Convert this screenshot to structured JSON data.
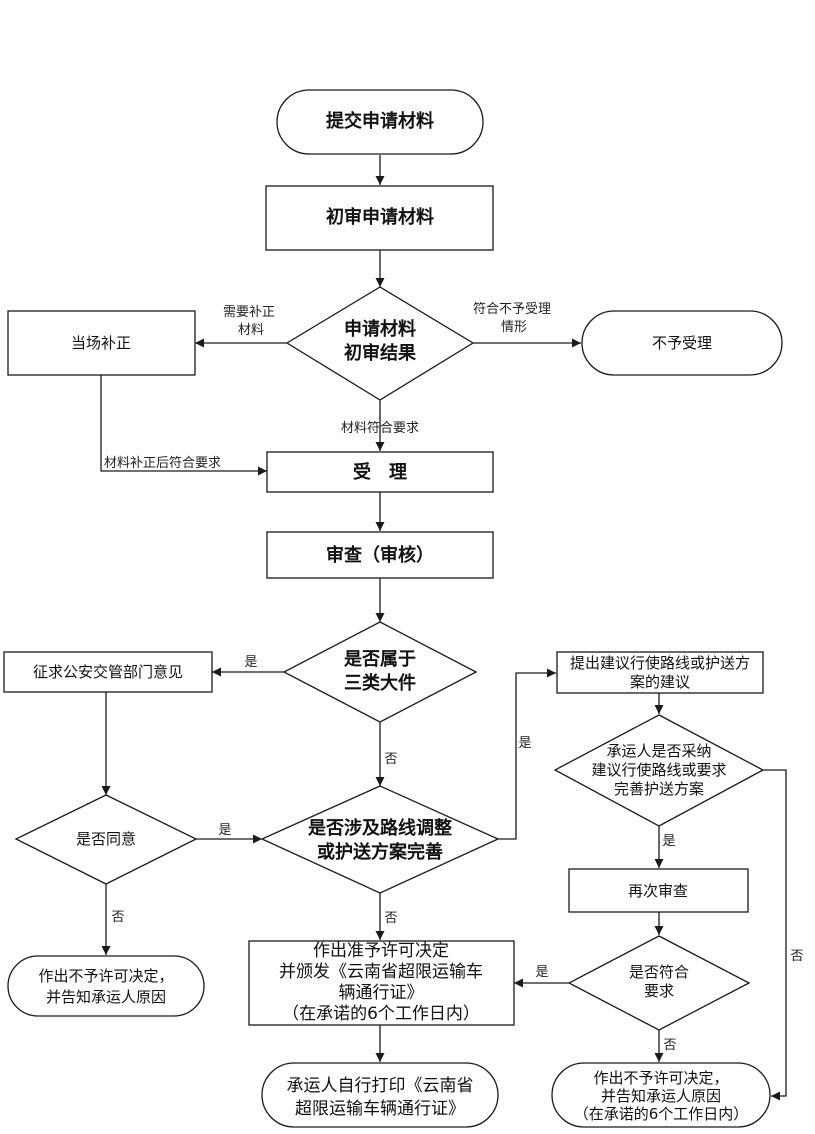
{
  "nodes": {
    "submit": "提交申请材料",
    "initial_review": "初审申请材料",
    "initial_result": [
      "申请材料",
      "初审结果"
    ],
    "correct_on_site": "当场补正",
    "reject_accept": "不予受理",
    "accept": "受　理",
    "review": "审查（审核）",
    "three_types": [
      "是否属于",
      "三类大件"
    ],
    "consult_police": "征求公安交管部门意见",
    "agree": "是否同意",
    "route_adjust": [
      "是否涉及路线调整",
      "或护送方案完善"
    ],
    "propose_route": [
      "提出建议行使路线或护送方",
      "案的建议"
    ],
    "carrier_adopt": [
      "承运人是否采纳",
      "建议行使路线或要求",
      "完善护送方案"
    ],
    "re_review": "再次审查",
    "compliant": [
      "是否符合",
      "要求"
    ],
    "grant": [
      "作出准予许可决定",
      "并颁发《云南省超限运输车",
      "辆通行证》",
      "（在承诺的6个工作日内）"
    ],
    "deny_left": [
      "作出不予许可决定，",
      "并告知承运人原因"
    ],
    "print_permit": [
      "承运人自行打印《云南省",
      "超限运输车辆通行证》"
    ],
    "deny_right": [
      "作出不予许可决定，",
      "并告知承运人原因",
      "（在承诺的6个工作日内）"
    ]
  },
  "labels": {
    "need_correction": [
      "需要补正",
      "材料"
    ],
    "not_acceptable": [
      "符合不予受理",
      "情形"
    ],
    "materials_ok": "材料符合要求",
    "corrected_ok": "材料补正后符合要求",
    "yes": "是",
    "no": "否"
  }
}
